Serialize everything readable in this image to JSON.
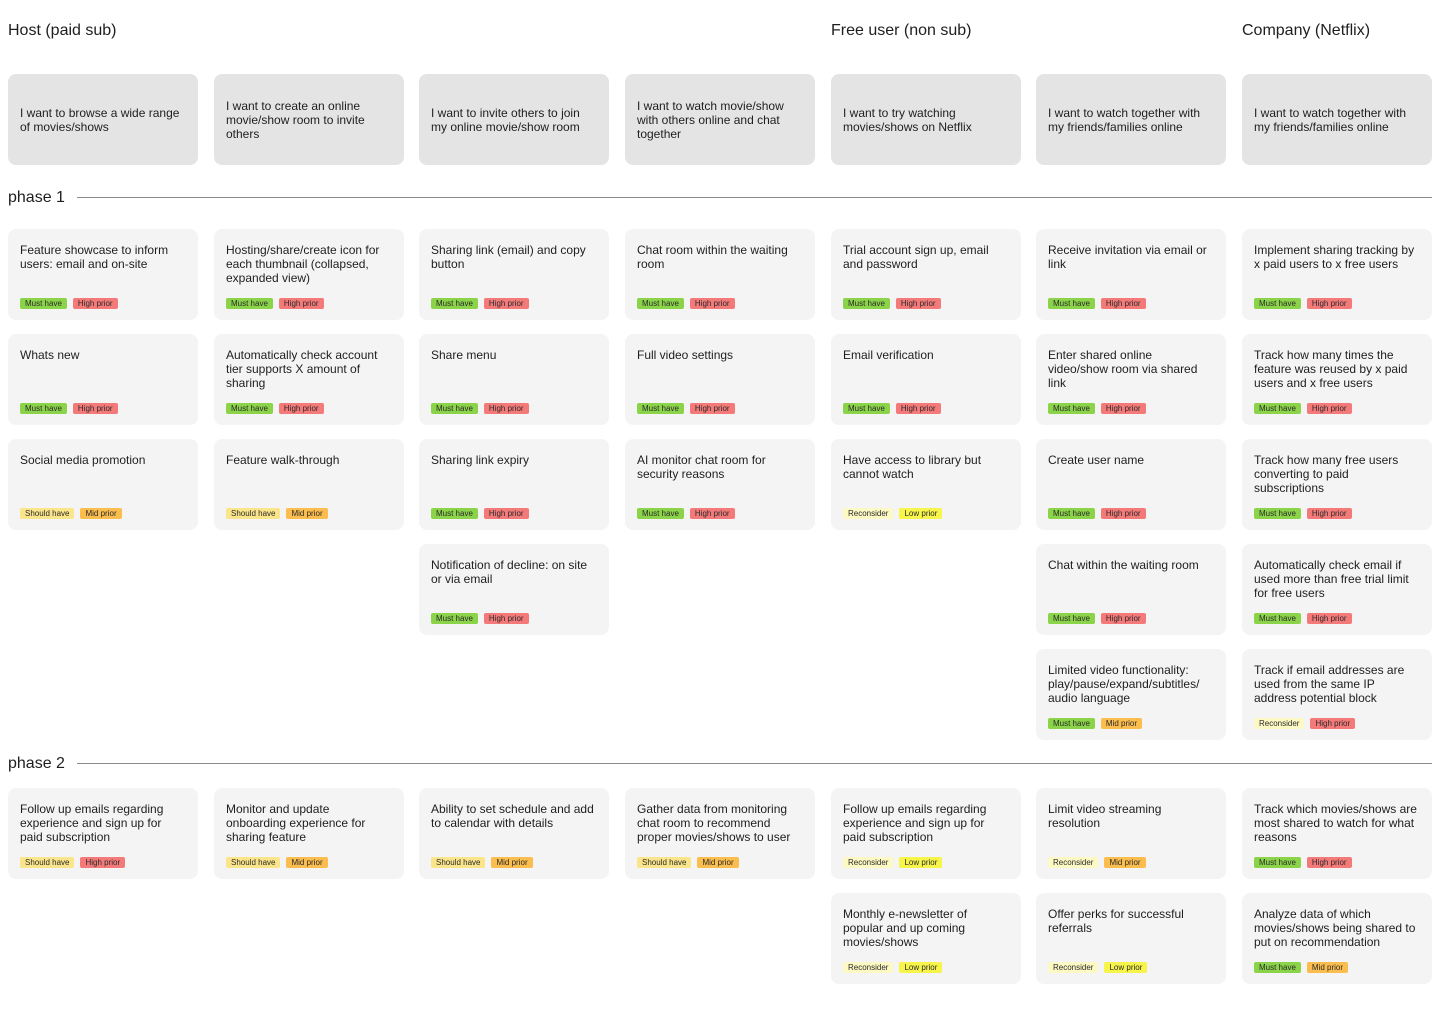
{
  "colors": {
    "must_have": "#8bd44a",
    "should_have": "#fbe58a",
    "reconsider": "#fdf9c4",
    "high_prior": "#f47a7a",
    "mid_prior": "#fbbd4e",
    "low_prior": "#f7f44a"
  },
  "personas": [
    "Host (paid sub)",
    "Free user (non sub)",
    "Company (Netflix)"
  ],
  "stories": [
    "I want to browse a wide range of movies/shows",
    "I want to create an online movie/show room to invite others",
    "I want to invite others to join my online movie/show room",
    "I want to watch movie/show with others online and chat together",
    "I want to try watching movies/shows on Netflix",
    "I want to watch together with my friends/families online",
    "I want to watch together with my friends/families online"
  ],
  "phases": [
    "phase 1",
    "phase 2"
  ],
  "cards": [
    {
      "phase": 0,
      "col": 0,
      "row": 0,
      "text": "Feature showcase to inform users: email and on-site",
      "tags": [
        "Must have",
        "High prior"
      ]
    },
    {
      "phase": 0,
      "col": 0,
      "row": 1,
      "text": "Whats new",
      "tags": [
        "Must have",
        "High prior"
      ]
    },
    {
      "phase": 0,
      "col": 0,
      "row": 2,
      "text": "Social media promotion",
      "tags": [
        "Should have",
        "Mid prior"
      ]
    },
    {
      "phase": 0,
      "col": 1,
      "row": 0,
      "text": "Hosting/share/create icon for each thumbnail (collapsed, expanded view)",
      "tags": [
        "Must have",
        "High prior"
      ]
    },
    {
      "phase": 0,
      "col": 1,
      "row": 1,
      "text": "Automatically check account tier supports X amount of sharing",
      "tags": [
        "Must have",
        "High prior"
      ]
    },
    {
      "phase": 0,
      "col": 1,
      "row": 2,
      "text": "Feature walk-through",
      "tags": [
        "Should have",
        "Mid prior"
      ]
    },
    {
      "phase": 0,
      "col": 2,
      "row": 0,
      "text": "Sharing link (email) and copy button",
      "tags": [
        "Must have",
        "High prior"
      ]
    },
    {
      "phase": 0,
      "col": 2,
      "row": 1,
      "text": "Share menu",
      "tags": [
        "Must have",
        "High prior"
      ]
    },
    {
      "phase": 0,
      "col": 2,
      "row": 2,
      "text": "Sharing link expiry",
      "tags": [
        "Must have",
        "High prior"
      ]
    },
    {
      "phase": 0,
      "col": 2,
      "row": 3,
      "text": "Notification of decline: on site or via email",
      "tags": [
        "Must have",
        "High prior"
      ]
    },
    {
      "phase": 0,
      "col": 3,
      "row": 0,
      "text": "Chat room within the waiting room",
      "tags": [
        "Must have",
        "High prior"
      ]
    },
    {
      "phase": 0,
      "col": 3,
      "row": 1,
      "text": "Full video settings",
      "tags": [
        "Must have",
        "High prior"
      ]
    },
    {
      "phase": 0,
      "col": 3,
      "row": 2,
      "text": "AI monitor chat room for security reasons",
      "tags": [
        "Must have",
        "High prior"
      ]
    },
    {
      "phase": 0,
      "col": 4,
      "row": 0,
      "text": "Trial account sign up, email and password",
      "tags": [
        "Must have",
        "High prior"
      ]
    },
    {
      "phase": 0,
      "col": 4,
      "row": 1,
      "text": "Email verification",
      "tags": [
        "Must have",
        "High prior"
      ]
    },
    {
      "phase": 0,
      "col": 4,
      "row": 2,
      "text": "Have access to library but cannot watch",
      "tags": [
        "Reconsider",
        "Low prior"
      ]
    },
    {
      "phase": 0,
      "col": 5,
      "row": 0,
      "text": "Receive invitation via email or link",
      "tags": [
        "Must have",
        "High prior"
      ]
    },
    {
      "phase": 0,
      "col": 5,
      "row": 1,
      "text": "Enter shared online video/show room via shared link",
      "tags": [
        "Must have",
        "High prior"
      ]
    },
    {
      "phase": 0,
      "col": 5,
      "row": 2,
      "text": "Create user name",
      "tags": [
        "Must have",
        "High prior"
      ]
    },
    {
      "phase": 0,
      "col": 5,
      "row": 3,
      "text": "Chat within the waiting room",
      "tags": [
        "Must have",
        "High prior"
      ]
    },
    {
      "phase": 0,
      "col": 5,
      "row": 4,
      "text": "Limited video functionality: play/pause/expand/subtitles/ audio language",
      "tags": [
        "Must have",
        "Mid prior"
      ]
    },
    {
      "phase": 0,
      "col": 6,
      "row": 0,
      "text": "Implement sharing tracking by x paid users to x free users",
      "tags": [
        "Must have",
        "High prior"
      ]
    },
    {
      "phase": 0,
      "col": 6,
      "row": 1,
      "text": "Track how many times the feature was reused by x paid users and x free users",
      "tags": [
        "Must have",
        "High prior"
      ]
    },
    {
      "phase": 0,
      "col": 6,
      "row": 2,
      "text": "Track how many free users converting to paid subscriptions",
      "tags": [
        "Must have",
        "High prior"
      ]
    },
    {
      "phase": 0,
      "col": 6,
      "row": 3,
      "text": "Automatically check email if used more than free trial limit for free users",
      "tags": [
        "Must have",
        "High prior"
      ]
    },
    {
      "phase": 0,
      "col": 6,
      "row": 4,
      "text": "Track if email addresses are used from the same IP address potential block",
      "tags": [
        "Reconsider",
        "High prior"
      ]
    },
    {
      "phase": 1,
      "col": 0,
      "row": 0,
      "text": "Follow up emails regarding experience and sign up for paid subscription",
      "tags": [
        "Should have",
        "High prior"
      ]
    },
    {
      "phase": 1,
      "col": 1,
      "row": 0,
      "text": "Monitor and update onboarding experience for sharing feature",
      "tags": [
        "Should have",
        "Mid prior"
      ]
    },
    {
      "phase": 1,
      "col": 2,
      "row": 0,
      "text": "Ability to set schedule and add to calendar with details",
      "tags": [
        "Should have",
        "Mid prior"
      ]
    },
    {
      "phase": 1,
      "col": 3,
      "row": 0,
      "text": "Gather data from monitoring chat room to recommend proper movies/shows to user",
      "tags": [
        "Should have",
        "Mid prior"
      ]
    },
    {
      "phase": 1,
      "col": 4,
      "row": 0,
      "text": "Follow up emails regarding experience and sign up for paid subscription",
      "tags": [
        "Reconsider",
        "Low prior"
      ]
    },
    {
      "phase": 1,
      "col": 4,
      "row": 1,
      "text": "Monthly e-newsletter of popular and up coming movies/shows",
      "tags": [
        "Reconsider",
        "Low prior"
      ]
    },
    {
      "phase": 1,
      "col": 5,
      "row": 0,
      "text": "Limit video streaming resolution",
      "tags": [
        "Reconsider",
        "Mid prior"
      ]
    },
    {
      "phase": 1,
      "col": 5,
      "row": 1,
      "text": "Offer perks for successful referrals",
      "tags": [
        "Reconsider",
        "Low prior"
      ]
    },
    {
      "phase": 1,
      "col": 6,
      "row": 0,
      "text": "Track which movies/shows are most shared to watch for what reasons",
      "tags": [
        "Must have",
        "High prior"
      ]
    },
    {
      "phase": 1,
      "col": 6,
      "row": 1,
      "text": "Analyze data of which movies/shows being shared to put on recommendation",
      "tags": [
        "Must have",
        "Mid prior"
      ]
    }
  ]
}
